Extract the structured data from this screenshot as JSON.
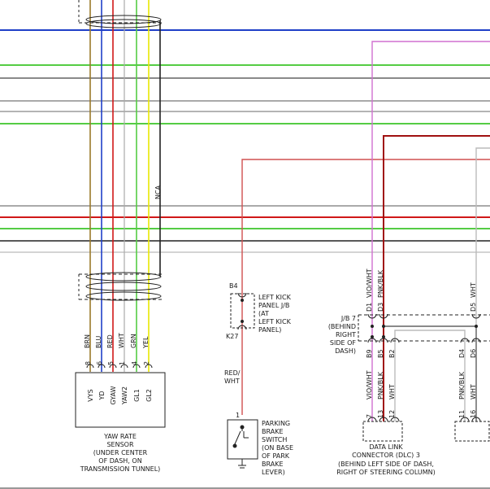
{
  "colors": {
    "blue": "#1f3fc8",
    "green": "#55cc44",
    "black": "#222222",
    "gray": "#8a8a8a",
    "red": "#d01818",
    "violet": "#d070d0",
    "dark_red": "#a01010",
    "light_gray": "#bbbbbb",
    "brown": "#9a7a2a",
    "yellow": "#e8e800"
  },
  "sensor": {
    "pin_numbers": [
      "8",
      "6",
      "5",
      "1",
      "4",
      "2"
    ],
    "wire_colors": [
      "BRN",
      "BLU",
      "RED",
      "WHT",
      "GRN",
      "YEL"
    ],
    "pin_names": [
      "VYS",
      "YD",
      "GYAW",
      "YAW2",
      "GL1",
      "GL2"
    ],
    "shield_label": "NCA",
    "caption": [
      "YAW RATE",
      "SENSOR",
      "(UNDER CENTER",
      "OF DASH, ON",
      "TRANSMISSION TUNNEL)"
    ]
  },
  "kick_panel": {
    "top_pin": "B4",
    "bottom_pin": "K27",
    "label": [
      "LEFT KICK",
      "PANEL J/B",
      "(AT",
      "LEFT KICK",
      "PANEL)"
    ],
    "wire_color": [
      "RED/",
      "WHT"
    ]
  },
  "brake_switch": {
    "pin": "1",
    "label": [
      "PARKING",
      "BRAKE",
      "SWITCH",
      "(ON BASE",
      "OF PARK",
      "BRAKE",
      "LEVER)"
    ]
  },
  "jb7": {
    "label": [
      "J/B 7",
      "(BEHIND",
      "RIGHT",
      "SIDE OF",
      "DASH)"
    ],
    "top_pins": [
      "D1",
      "D3",
      "D5"
    ],
    "top_wire_colors": [
      "VIO/WHT",
      "PNK/BLK",
      "WHT"
    ],
    "bottom_pins": [
      "B9",
      "B5",
      "B2",
      "D4",
      "D6"
    ]
  },
  "dlc": {
    "pins": [
      "7",
      "13",
      "12",
      "11",
      "16"
    ],
    "wire_colors": [
      "VIO/WHT",
      "PNK/BLK",
      "WHT",
      "PNK/BLK",
      "WHT"
    ],
    "caption": [
      "DATA LINK",
      "CONNECTOR (DLC) 3",
      "(BEHIND LEFT SIDE OF DASH,",
      "RIGHT OF STEERING COLUMN)"
    ]
  }
}
